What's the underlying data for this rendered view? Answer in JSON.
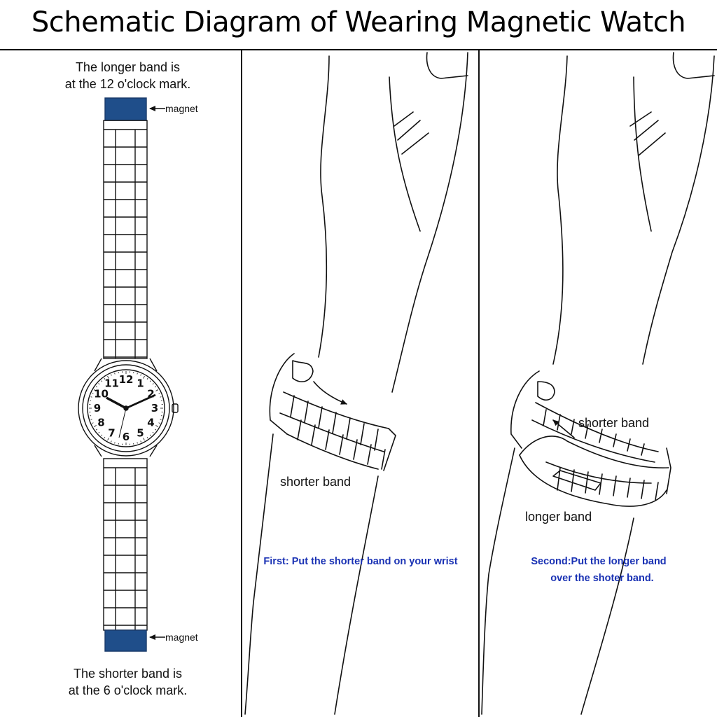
{
  "title": "Schematic Diagram of Wearing Magnetic Watch",
  "colors": {
    "magnet": "#1f4e8a",
    "instruction": "#1a32b4",
    "line": "#111111"
  },
  "panel1": {
    "top_note_line1": "The longer band is",
    "top_note_line2": "at the 12 o'clock mark.",
    "magnet_top": "magnet",
    "magnet_bottom": "magnet",
    "bottom_note_line1": "The shorter band is",
    "bottom_note_line2": "at the 6 o'clock mark.",
    "dial_numbers": [
      "12",
      "1",
      "2",
      "3",
      "4",
      "5",
      "6",
      "7",
      "8",
      "9",
      "10",
      "11"
    ]
  },
  "panel2": {
    "band_label": "shorter band",
    "instruction": "First: Put the shorter band on your wrist"
  },
  "panel3": {
    "shorter_label": "shorter band",
    "longer_label": "longer band",
    "instruction_line1": "Second:Put the longer band",
    "instruction_line2": "over the shoter band."
  }
}
